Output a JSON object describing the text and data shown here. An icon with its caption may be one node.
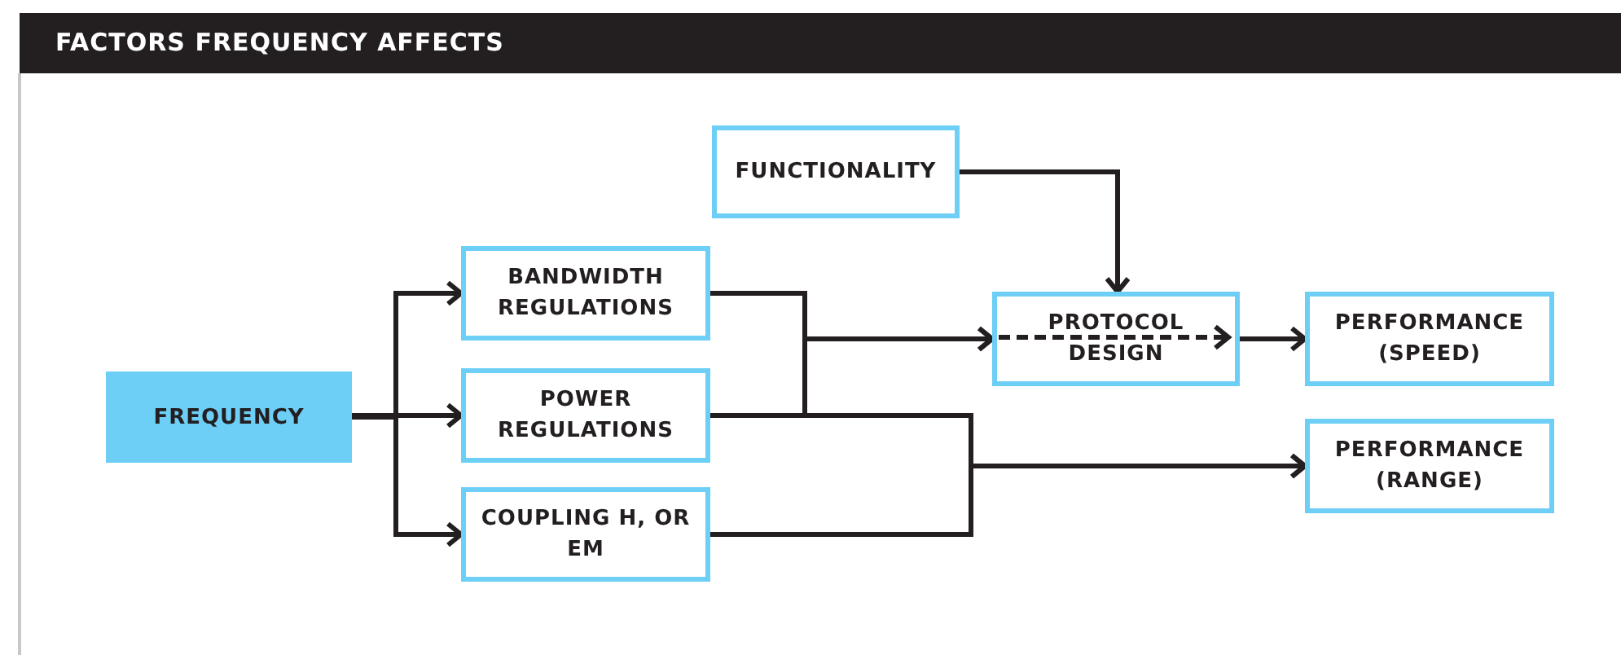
{
  "diagram": {
    "title": "FACTORS FREQUENCY AFFECTS",
    "nodes": [
      {
        "text": [
          "FUNCTIONALITY"
        ]
      },
      {
        "text": [
          "BANDWIDTH REGULATIONS"
        ]
      },
      {
        "text": [
          "PROTOCOL DESIGN"
        ]
      },
      {
        "text": [
          "PERFORMANCE (SPEED)"
        ]
      },
      {
        "text": [
          "FREQUENCY"
        ]
      },
      {
        "text": [
          "POWER REGULATIONS"
        ]
      },
      {
        "text": [
          "PERFORMANCE (RANGE)"
        ]
      },
      {
        "text": [
          "COUPLING H, OR EM"
        ]
      }
    ],
    "edges": [
      {
        "from": 0,
        "to": 2,
        "arrow": "to"
      },
      {
        "from": 4,
        "to": 1,
        "arrow": "to"
      },
      {
        "from": 4,
        "to": 5,
        "arrow": "to"
      },
      {
        "from": 4,
        "to": 7,
        "arrow": "to"
      },
      {
        "from": 1,
        "to": 2,
        "arrow": "to"
      },
      {
        "from": 5,
        "to": 2,
        "arrow": "to"
      },
      {
        "from": 5,
        "to": 6,
        "arrow": "to"
      },
      {
        "from": 7,
        "to": 6,
        "arrow": "to"
      },
      {
        "from": 2,
        "to": 3,
        "arrow": "to"
      }
    ]
  }
}
